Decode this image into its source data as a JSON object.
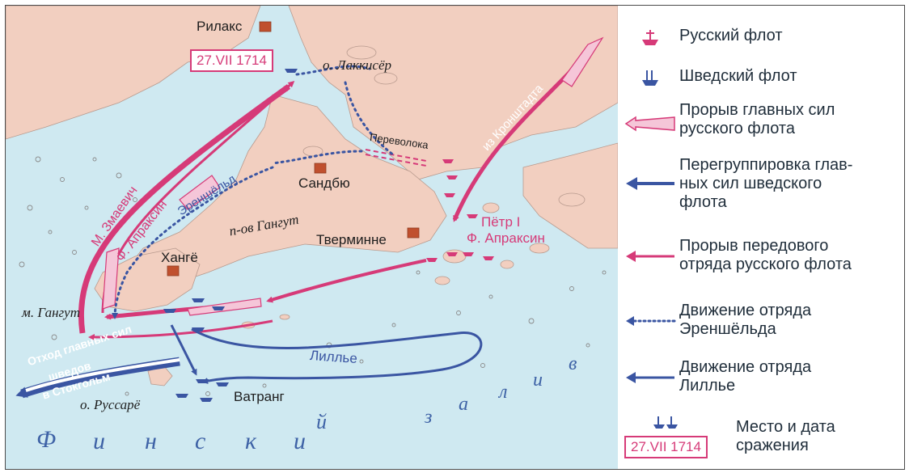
{
  "map": {
    "labels": {
      "rilaks": "Рилакс",
      "date_box": "27.VII 1714",
      "lakkiser": "о. Лаккисёр",
      "perevoloka": "Переволока",
      "iz_kronshtadta": "из Кронштадта",
      "sandbyu": "Сандбю",
      "zmaevich": "М. Змаевич",
      "apraksin_left": "Ф. Апраксин",
      "ehrenskiold": "Эреншёльд",
      "peninsula": "п-ов Гангут",
      "tverminne": "Тверминне",
      "petr": "Пётр I",
      "apraksin_right": "Ф. Апраксин",
      "hange": "Хангё",
      "cape_gangut": "м. Гангут",
      "lille": "Лилльe",
      "retreat_1": "Отход главных сил",
      "retreat_2": "шведов",
      "retreat_3": "в Стокгольм",
      "russaro": "о. Руссарё",
      "vatrang": "Ватранг",
      "gulf": [
        "Ф",
        "и",
        "н",
        "с",
        "к",
        "и",
        "й",
        "з",
        "а",
        "л",
        "и",
        "в"
      ]
    },
    "colors": {
      "land": "#f2cfc0",
      "water": "#cfe9f1",
      "russian": "#d63a78",
      "swedish": "#3a55a2",
      "town": "#c0502e"
    }
  },
  "legend": {
    "items": [
      {
        "symbol": "russian-ship-icon",
        "text": "Русский флот"
      },
      {
        "symbol": "swedish-ship-icon",
        "text": "Шведский флот"
      },
      {
        "symbol": "wide-pink-arrow-icon",
        "text": "Прорыв главных сил\nрусского флота"
      },
      {
        "symbol": "blue-arrow-icon",
        "text": "Перегруппировка глав-\nных сил шведского\nфлота"
      },
      {
        "symbol": "thin-pink-arrow-icon",
        "text": "Прорыв передового\nотряда русского флота"
      },
      {
        "symbol": "dotted-arrow-icon",
        "text": "Движение отряда\nЭреншёльда"
      },
      {
        "symbol": "thin-blue-arrow-icon",
        "text": "Движение отряда\nЛиллье"
      },
      {
        "symbol": "battle-icon",
        "text": "Место и дата\nсражения",
        "date": "27.VII 1714"
      }
    ]
  }
}
